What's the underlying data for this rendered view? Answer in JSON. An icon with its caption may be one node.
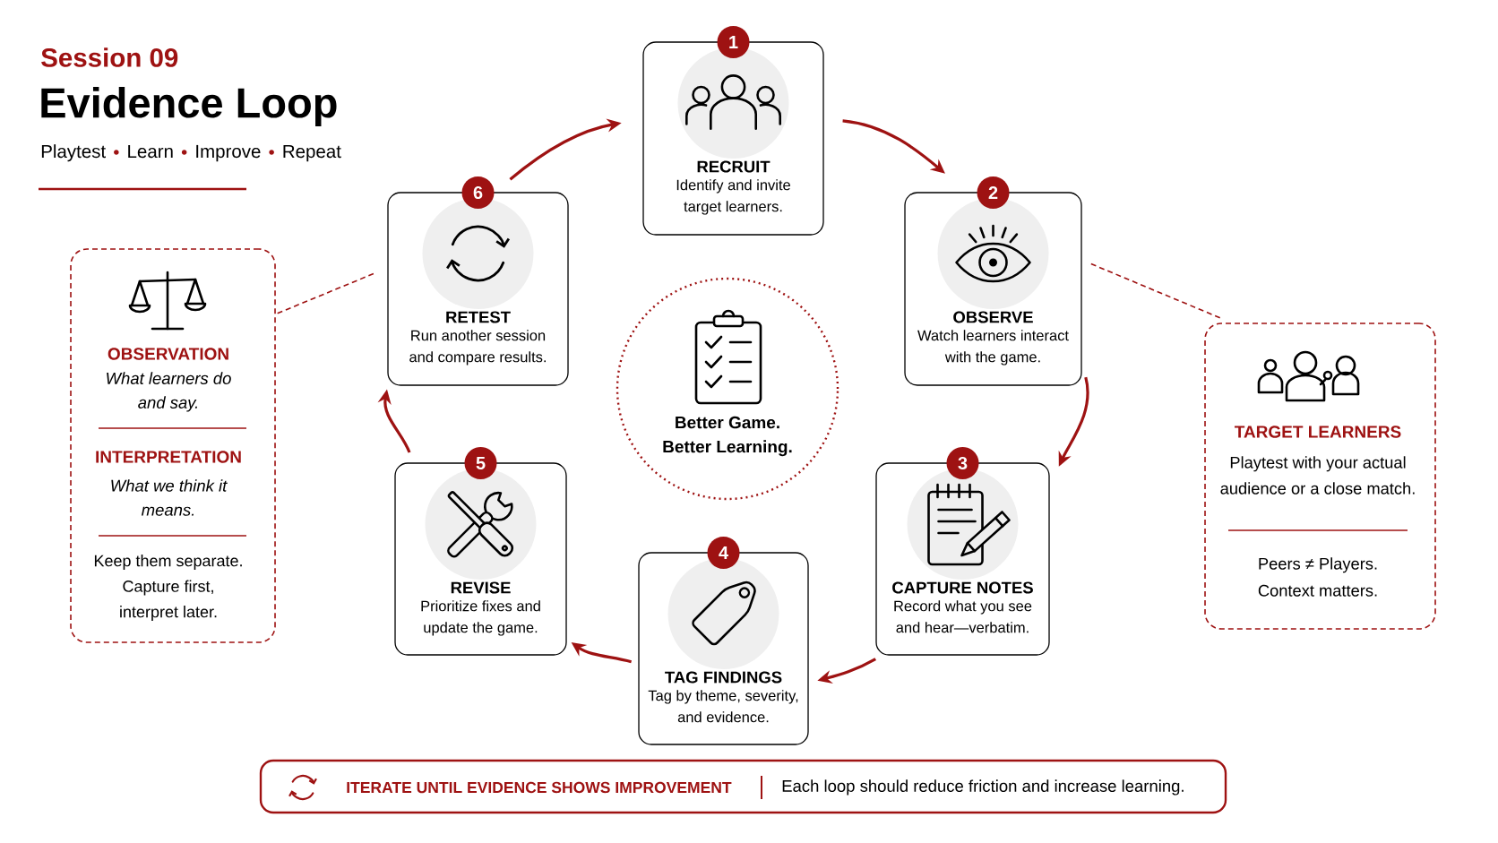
{
  "diagram": {
    "title": "Evidence Loop",
    "nodes": [
      {
        "text": [
          "1",
          "RECRUIT",
          "Identify and invite target learners."
        ]
      },
      {
        "text": [
          "2",
          "OBSERVE",
          "Watch learners interact with the game."
        ]
      },
      {
        "text": [
          "3",
          "CAPTURE NOTES",
          "Record what you see and hear—verbatim."
        ]
      },
      {
        "text": [
          "4",
          "TAG FINDINGS",
          "Tag by theme, severity, and evidence."
        ]
      },
      {
        "text": [
          "5",
          "REVISE",
          "Prioritize fixes and update the game."
        ]
      },
      {
        "text": [
          "6",
          "RETEST",
          "Run another session and compare results."
        ]
      },
      {
        "text": [
          "Better Game. Better Learning."
        ]
      },
      {
        "text": [
          "OBSERVATION",
          "What learners do and say.",
          "INTERPRETATION",
          "What we think it means.",
          "Keep them separate. Capture first, interpret later."
        ]
      },
      {
        "text": [
          "TARGET LEARNERS",
          "Playtest with your actual audience or a close match.",
          "Peers ≠ Players. Context matters."
        ]
      },
      {
        "text": [
          "ITERATE UNTIL EVIDENCE SHOWS IMPROVEMENT",
          "Each loop should reduce friction and increase learning."
        ]
      }
    ],
    "edges": [
      {
        "from": 0,
        "to": 1,
        "arrow": "to"
      },
      {
        "from": 1,
        "to": 2,
        "arrow": "to"
      },
      {
        "from": 2,
        "to": 3,
        "arrow": "to"
      },
      {
        "from": 3,
        "to": 4,
        "arrow": "to"
      },
      {
        "from": 4,
        "to": 5,
        "arrow": "to"
      },
      {
        "from": 5,
        "to": 0,
        "arrow": "to"
      },
      {
        "from": 7,
        "to": 5,
        "arrow": "none",
        "style": "dashed"
      },
      {
        "from": 1,
        "to": 8,
        "arrow": "none",
        "style": "dashed"
      }
    ],
    "labels": [
      "Session 09",
      "Playtest",
      "Learn",
      "Improve",
      "Repeat"
    ]
  }
}
